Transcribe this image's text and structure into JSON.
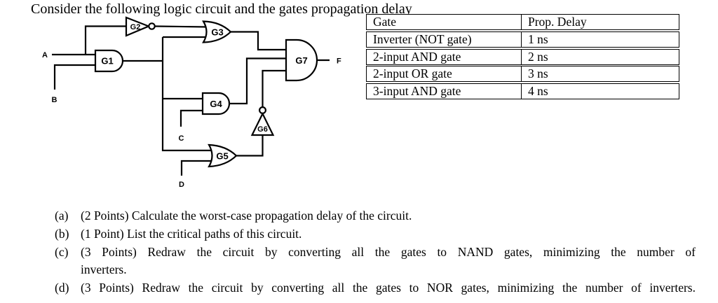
{
  "title": "Consider the following logic circuit and the gates propagation delay",
  "circuit": {
    "inputs": {
      "a": "A",
      "b": "B",
      "c": "C",
      "d": "D"
    },
    "output_label": "F",
    "gates": {
      "g1": {
        "label": "G1",
        "type": "2-input AND"
      },
      "g2": {
        "label": "G2",
        "type": "Inverter (NOT)"
      },
      "g3": {
        "label": "G3",
        "type": "2-input OR"
      },
      "g4": {
        "label": "G4",
        "type": "2-input AND"
      },
      "g5": {
        "label": "G5",
        "type": "2-input OR"
      },
      "g6": {
        "label": "G6",
        "type": "Inverter (NOT)"
      },
      "g7": {
        "label": "G7",
        "type": "3-input AND"
      }
    }
  },
  "delay_table": {
    "rows": [
      [
        "Gate",
        "Prop. Delay"
      ],
      [
        "Inverter (NOT gate)",
        "1 ns"
      ],
      [
        "2-input AND gate",
        "2 ns"
      ],
      [
        "2-input OR gate",
        "3 ns"
      ],
      [
        "3-input AND gate",
        "4 ns"
      ]
    ]
  },
  "questions": {
    "a": {
      "label": "(a)",
      "text": "(2 Points) Calculate the worst-case propagation delay of the circuit."
    },
    "b": {
      "label": "(b)",
      "text": "(1 Point) List the critical paths of this circuit."
    },
    "c": {
      "label": "(c)",
      "text_line1": "(3 Points) Redraw the circuit by converting all the gates to NAND gates, minimizing the number of",
      "text_line2": "inverters."
    },
    "d": {
      "label": "(d)",
      "text": "(3 Points) Redraw the circuit by converting all the gates to NOR gates, minimizing the number of inverters."
    }
  }
}
